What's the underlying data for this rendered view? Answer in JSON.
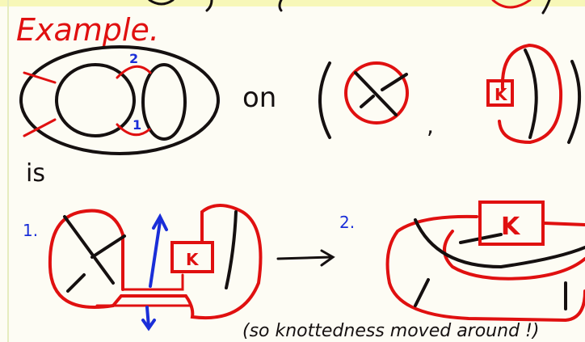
{
  "title": "Example.",
  "on_word": "on",
  "comma": ",",
  "is_word": "is",
  "label_2_top": "2",
  "label_1_top": "1",
  "box_label": "K",
  "step1": "1.",
  "step2": "2.",
  "arrow": "→",
  "note": "(so knottedness moved around !)",
  "colors": {
    "red": "#e01010",
    "black": "#151010",
    "blue": "#1a2ed8"
  }
}
